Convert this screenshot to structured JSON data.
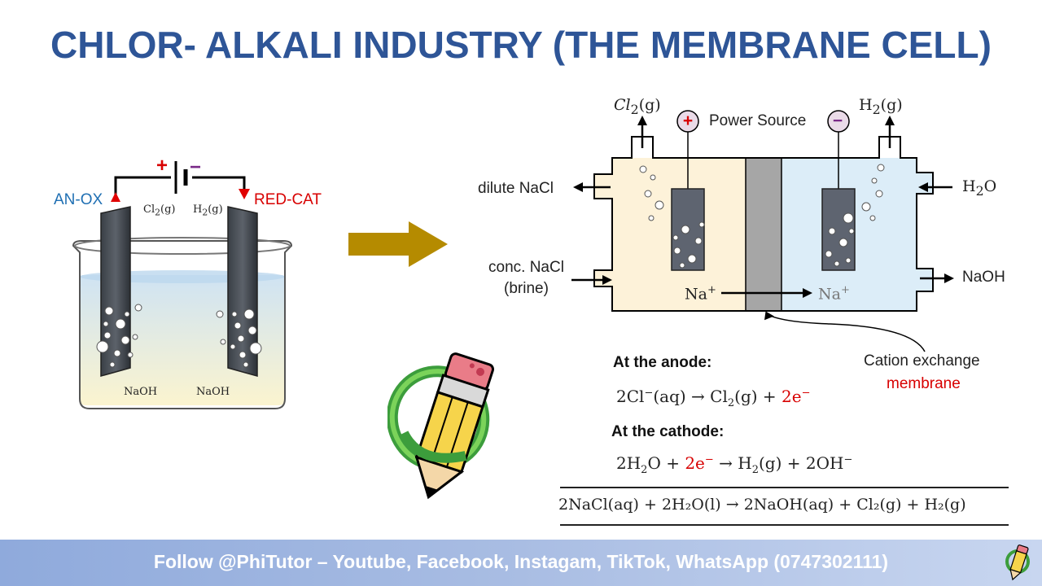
{
  "title": "CHLOR- ALKALI INDUSTRY (THE MEMBRANE CELL)",
  "beaker": {
    "anode_label": "AN-OX",
    "cathode_label": "RED-CAT",
    "plus": "+",
    "minus": "−",
    "gas_left": "Cl",
    "gas_left_sub": "2",
    "gas_left_state": "(g)",
    "gas_right": "H",
    "gas_right_sub": "2",
    "gas_right_state": "(g)",
    "solution_left": "NaOH",
    "solution_right": "NaOH"
  },
  "cell": {
    "cl2_label": "Cl",
    "cl2_sub": "2",
    "cl2_state": "(g)",
    "h2_label": "H",
    "h2_sub": "2",
    "h2_state": "(g)",
    "power_source": "Power Source",
    "plus": "+",
    "minus": "−",
    "dilute_nacl": "dilute NaCl",
    "conc_nacl_1": "conc. NaCl",
    "conc_nacl_2": "(brine)",
    "h2o_label": "H",
    "h2o_sub": "2",
    "h2o_tail": "O",
    "naoh_label": "NaOH",
    "na_ion_left": "Na",
    "na_ion_right": "Na",
    "ion_charge": "+",
    "membrane_label_1": "Cation exchange",
    "membrane_label_2": "membrane",
    "colors": {
      "anode_side": "#fdf2d9",
      "cathode_side": "#dcedf8",
      "membrane": "#a6a6a6",
      "accent_red": "#d80000"
    }
  },
  "equations": {
    "anode_header": "At the anode:",
    "anode_eq_left": "2Cl",
    "anode_eq_sup": "−",
    "anode_eq_mid": "(aq) → Cl",
    "anode_eq_sub": "2",
    "anode_eq_right": "(g) + ",
    "anode_eq_e": "2e",
    "anode_eq_e_sup": "−",
    "cathode_header": "At the cathode:",
    "cathode_eq_a": "2H",
    "cathode_eq_a_sub": "2",
    "cathode_eq_b": "O + ",
    "cathode_eq_e": "2e",
    "cathode_eq_e_sup": "−",
    "cathode_eq_c": " → H",
    "cathode_eq_c_sub": "2",
    "cathode_eq_d": "(g) + 2OH",
    "cathode_eq_d_sup": "−",
    "overall": "2NaCl(aq) + 2H₂O(l) → 2NaOH(aq) + Cl₂(g) + H₂(g)"
  },
  "footer": "Follow @PhiTutor – Youtube, Facebook, Instagam, TikTok, WhatsApp (0747302111)",
  "icons": [
    "pencil-logo-icon",
    "arrow-right-icon",
    "pencil-mini-icon"
  ]
}
